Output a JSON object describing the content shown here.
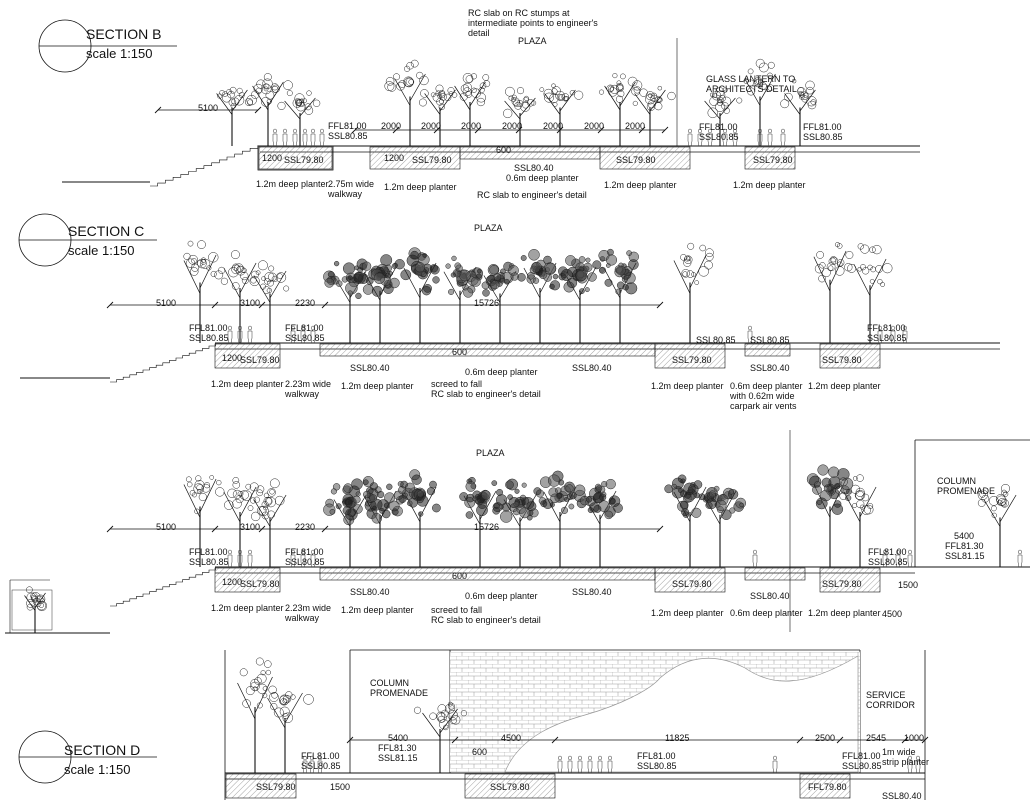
{
  "sections": {
    "b": {
      "title": "SECTION  B",
      "scale": "scale 1:150",
      "plaza": "PLAZA",
      "note_top": "RC slab on RC stumps at\nintermediate points to engineer's\ndetail",
      "lantern": "GLASS LANTERN TO\nARCHITECTS DETAIL",
      "dims": [
        "5100",
        "2000",
        "2000",
        "2000",
        "2000",
        "2000",
        "2000",
        "2000",
        "600",
        "1200",
        "1200"
      ],
      "levels": {
        "ffl_left": "FFL81.00\nSSL80.85",
        "ffl_mid": "FFL81.00\nSSL80.85",
        "ffl_right": "FFL81.00\nSSL80.85",
        "ssl_a": "SSL79.80",
        "ssl_b": "SSL79.80",
        "ssl_c": "SSL79.80",
        "ssl_d": "SSL79.80",
        "ssl_mid": "SSL80.40"
      },
      "labels": {
        "planter_1": "1.2m deep planter",
        "walkway": "2.75m wide\nwalkway",
        "planter_2": "1.2m deep planter",
        "planter_06": "0.6m deep planter",
        "planter_3": "1.2m deep planter",
        "planter_4": "1.2m deep planter",
        "rc_slab": "RC slab to engineer's detail"
      }
    },
    "c": {
      "title": "SECTION  C",
      "scale": "scale 1:150",
      "plaza": "PLAZA",
      "dims": [
        "5100",
        "3100",
        "2230",
        "15726",
        "600",
        "1200"
      ],
      "levels": {
        "ffl_left": "FFL81.00\nSSL80.85",
        "ffl_mid": "FFL81.00\nSSL80.85",
        "ffl_right": "FFL81.00\nSSL80.85",
        "ssl_left": "SSL79.80",
        "ssl_80_40_a": "SSL80.40",
        "ssl_80_40_b": "SSL80.40",
        "ssl_r1": "SSL79.80",
        "ssl_80_85_a": "SSL80.85",
        "ssl_80_85_b": "SSL80.85",
        "ssl_80_40_c": "SSL80.40",
        "ssl_r2": "SSL79.80"
      },
      "labels": {
        "planter_1": "1.2m deep planter",
        "walkway": "2.23m wide\nwalkway",
        "planter_2": "1.2m deep planter",
        "planter_06": "0.6m deep planter",
        "screed": "screed to fall\nRC slab to engineer's detail",
        "planter_3": "1.2m deep planter",
        "planter_vents": "0.6m deep planter\nwith 0.62m wide\ncarpark air vents",
        "planter_4": "1.2m deep planter"
      }
    },
    "c2": {
      "plaza": "PLAZA",
      "column_promenade": "COLUMN\nPROMENADE",
      "dims": [
        "5100",
        "3100",
        "2230",
        "15726",
        "600",
        "1200",
        "5400",
        "1500",
        "4500"
      ],
      "levels": {
        "ffl_left": "FFL81.00\nSSL80.85",
        "ffl_mid": "FFL81.00\nSSL80.85",
        "ffl_right": "FFL81.00\nSSL80.85",
        "ffl_col": "FFL81.30\nSSL81.15",
        "ssl_left": "SSL79.80",
        "ssl_80_40_a": "SSL80.40",
        "ssl_80_40_b": "SSL80.40",
        "ssl_r1": "SSL79.80",
        "ssl_80_40_c": "SSL80.40",
        "ssl_r2": "SSL79.80"
      },
      "labels": {
        "planter_1": "1.2m deep planter",
        "walkway": "2.23m wide\nwalkway",
        "planter_2": "1.2m deep planter",
        "planter_06": "0.6m deep planter",
        "screed": "screed to fall\nRC slab to engineer's detail",
        "planter_3": "1.2m deep planter",
        "planter_06b": "0.6m deep planter",
        "planter_4": "1.2m deep planter"
      }
    },
    "d": {
      "title": "SECTION  D",
      "scale": "scale 1:150",
      "column_promenade": "COLUMN\nPROMENADE",
      "service_corridor": "SERVICE\nCORRIDOR",
      "dims": [
        "5400",
        "4500",
        "600",
        "11825",
        "2500",
        "2545",
        "1000",
        "1500"
      ],
      "levels": {
        "ffl_left": "FFL81.00\nSSL80.85",
        "ffl_col": "FFL81.30\nSSL81.15",
        "ffl_mid": "FFL81.00\nSSL80.85",
        "ffl_right": "FFL81.00\nSSL80.85",
        "ssl_left": "SSL79.80",
        "ssl_mid": "SSL79.80",
        "ffl_79": "FFL79.80",
        "ssl_80_40": "SSL80.40"
      },
      "labels": {
        "strip_planter": "1m wide\nstrip planter"
      }
    }
  }
}
